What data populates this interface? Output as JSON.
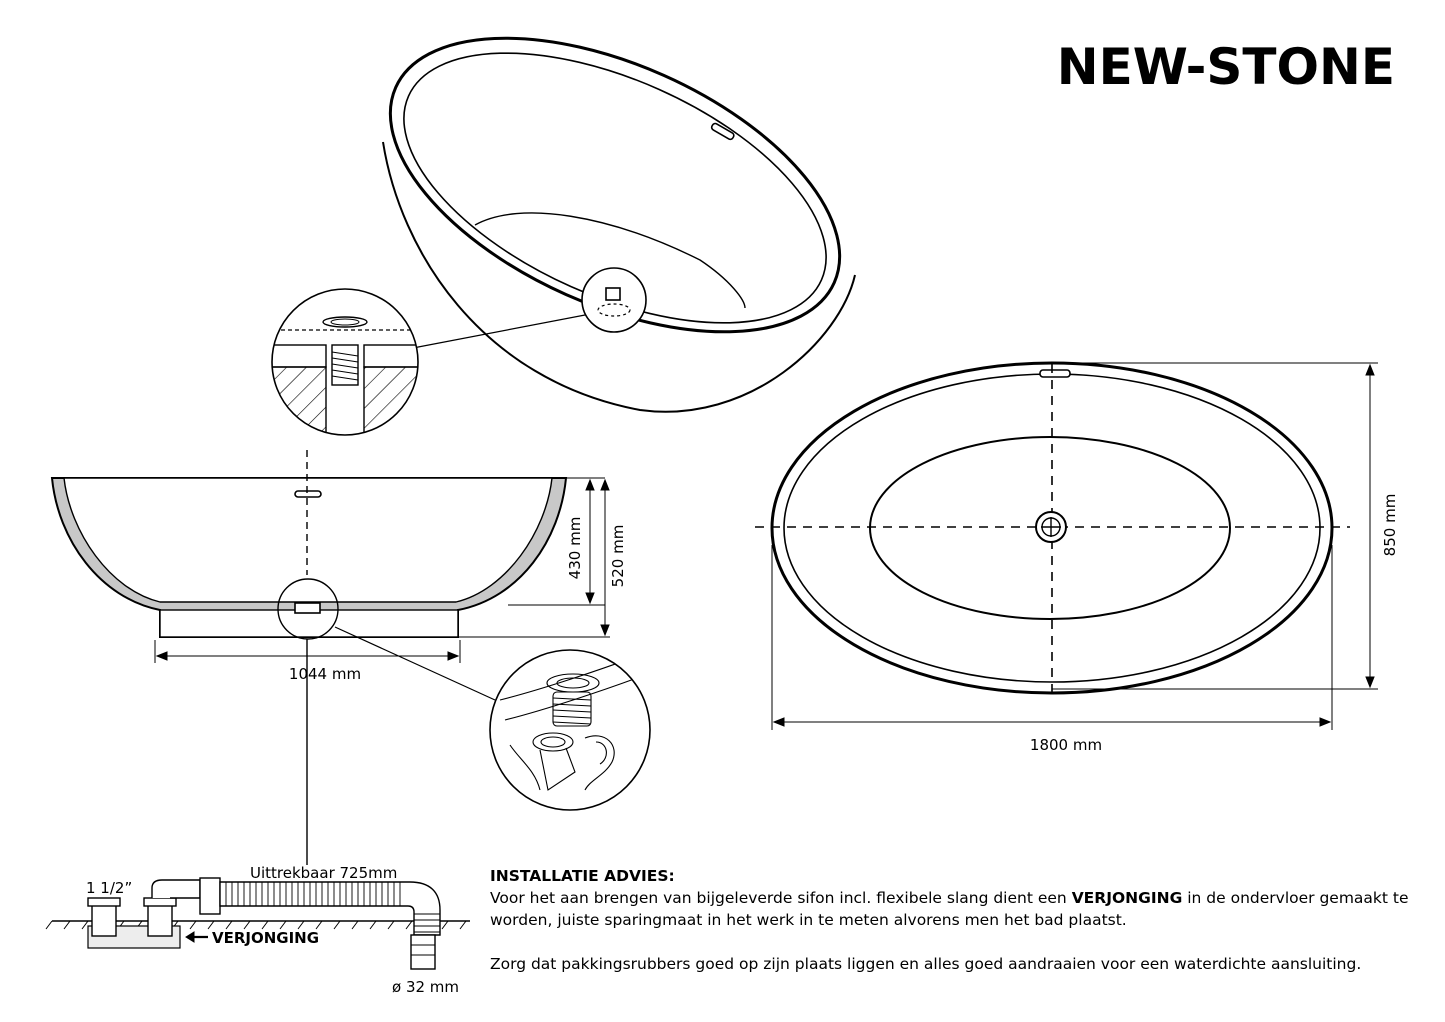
{
  "brand": {
    "name": "NEW-STONE"
  },
  "dimensions": {
    "height_430": "430 mm",
    "height_520": "520 mm",
    "width_1044": "1044 mm",
    "length_1800": "1800 mm",
    "width_850": "850 mm"
  },
  "siphon": {
    "extendable_label": "Uittrekbaar 725mm",
    "size_label": "1 1/2”",
    "verjonging_label": "VERJONGING",
    "diameter_label": "ø 32 mm"
  },
  "installation": {
    "heading": "INSTALLATIE ADVIES:",
    "p1_before": "Voor het aan brengen van bijgeleverde sifon incl. flexibele slang dient een ",
    "p1_bold": "VERJONGING",
    "p1_after": " in de ondervloer gemaakt te worden, juiste sparingmaat in het werk in te meten alvorens men het bad plaatst.",
    "p2": "Zorg dat pakkingsrubbers goed op zijn plaats liggen en alles goed aandraaien voor een waterdichte aansluiting."
  }
}
